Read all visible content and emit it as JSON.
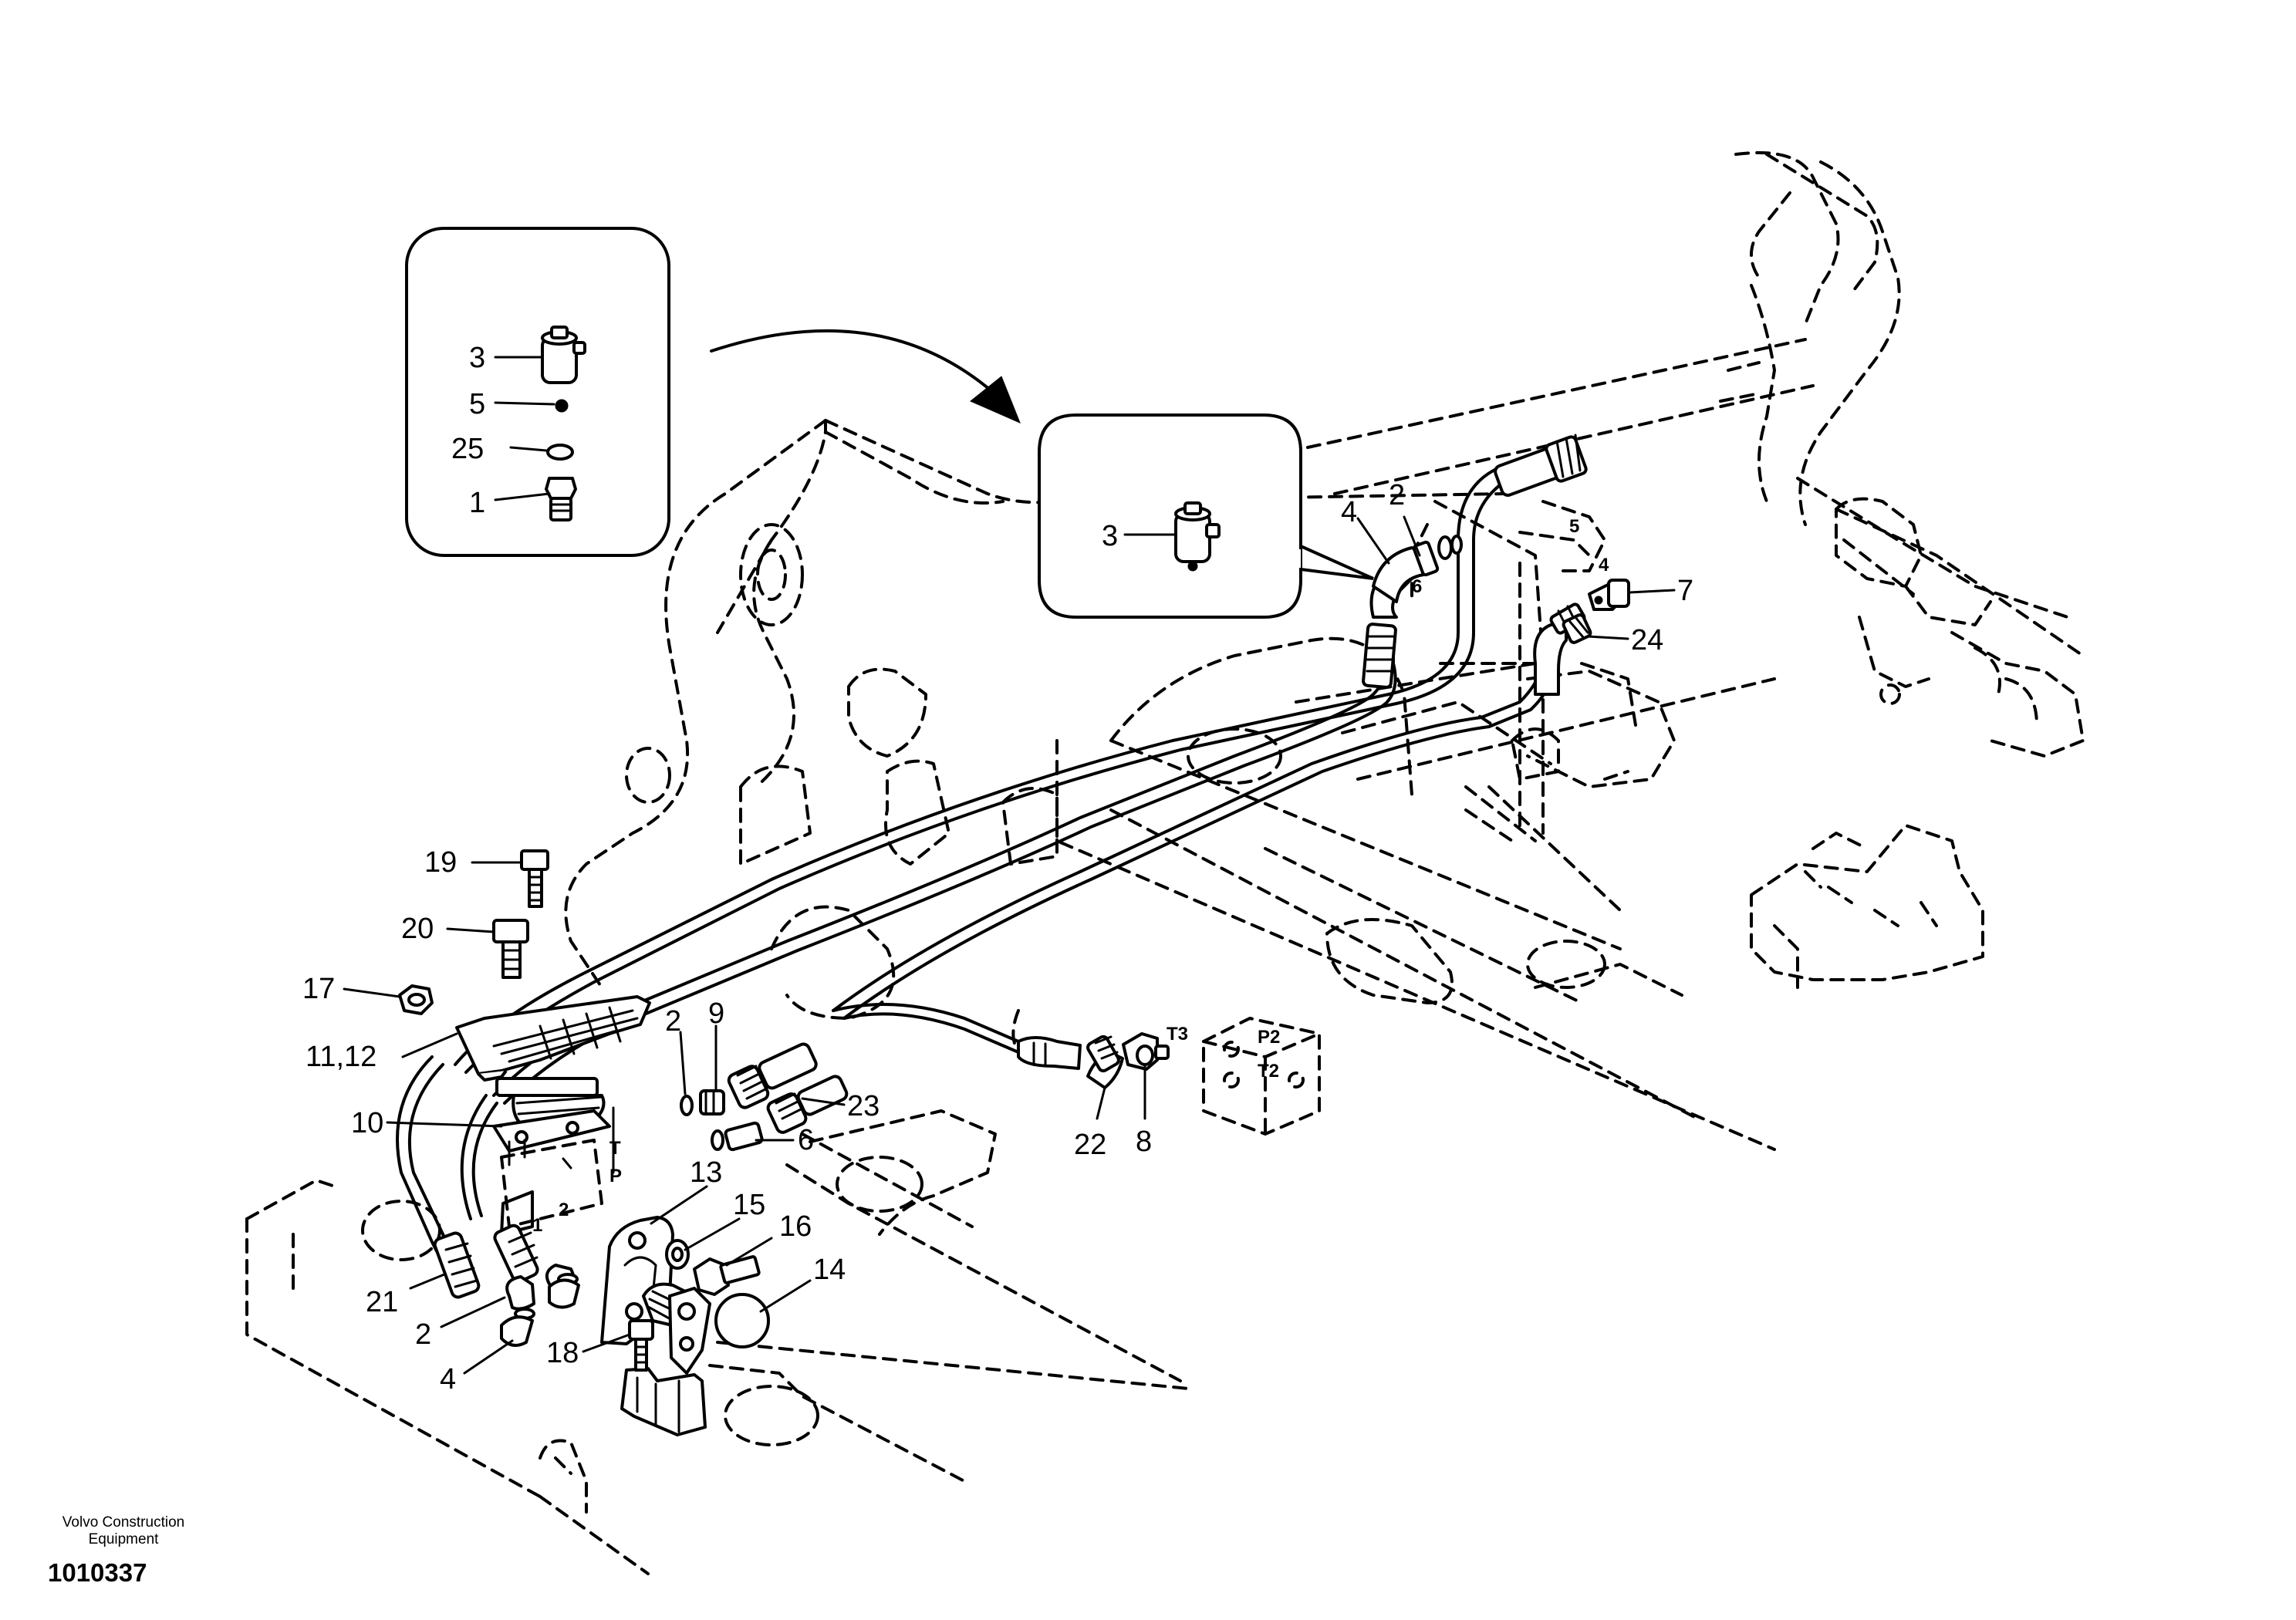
{
  "footer": {
    "company": "Volvo Construction Equipment",
    "document_number": "1010337"
  },
  "callouts": {
    "inset_left": [
      "3",
      "5",
      "25",
      "1"
    ],
    "inset_right": [
      "3"
    ],
    "main": [
      "4",
      "2",
      "6",
      "5",
      "4",
      "7",
      "24",
      "19",
      "20",
      "17",
      "11,12",
      "10",
      "2",
      "9",
      "23",
      "6",
      "22",
      "8",
      "13",
      "15",
      "16",
      "14",
      "1",
      "2",
      "21",
      "2",
      "4",
      "18"
    ]
  },
  "port_labels": [
    "T3",
    "P2",
    "T2",
    "T",
    "P"
  ]
}
